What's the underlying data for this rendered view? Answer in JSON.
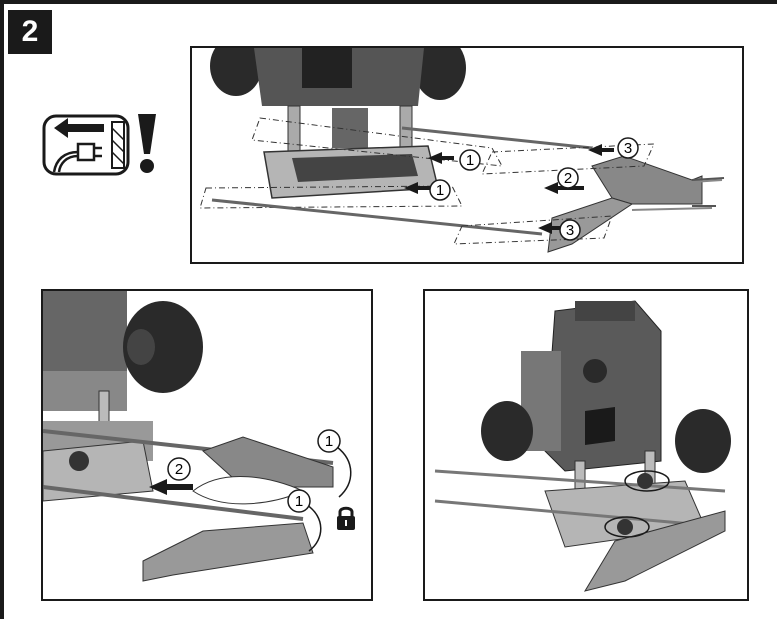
{
  "step": {
    "number": "2"
  },
  "callouts": {
    "top": [
      "1",
      "1",
      "2",
      "3",
      "3"
    ],
    "bottom_left": [
      "1",
      "1",
      "2"
    ]
  },
  "colors": {
    "ink": "#1a1a1a",
    "gray": "#8a8a8a",
    "light": "#c8c8c8"
  },
  "icons": [
    "unplug-warning-icon",
    "exclamation-icon",
    "lock-icon"
  ]
}
